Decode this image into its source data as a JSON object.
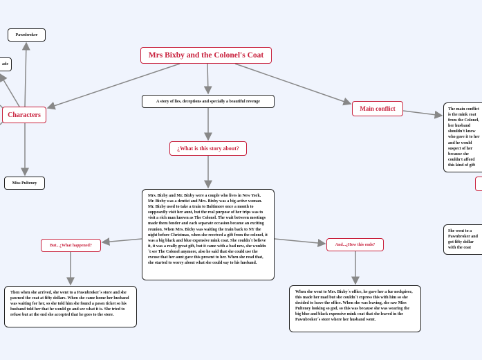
{
  "root": "Mrs Bixby and the Colonel's Coat",
  "characters": {
    "label": "Characters",
    "children": [
      "Pawnbroker",
      "ade",
      "Miss Pulteney"
    ]
  },
  "subtitle": "A story of lies, deceptions and specially a beautiful revenge",
  "about": {
    "label": "¿What is this story about?",
    "text": "Mrs. Bixby and Mr. Bixby were a couple who lives in New York. Mr. Bixby was a dentist and Mrs. Bixby was a big active woman. Mr. Bixby used to take a train to Baltimore once a month to supposedly visit her aunt, but the real purpose of her trips was to visit a rich man known as The Colonel. The wait between meetings made them fonder and each separate occasion became an exciting reunion. When Mrs. Bixby was waiting the train back to NY the night before Christmas, when she received a gift from the colonel, it was a big black and blue expensive mink coat. She couldn´t believe it, it was a really great gift, but it came with a bad new, she wouldn´t see The Colonel anymore, also he said that she could use the excuse that her aunt gave this present to her. When she read that, she started to worry about what she could say to his husband."
  },
  "happened": {
    "label": "But.. ¿What happened?",
    "text": "Then when she arrived, she went to a Pawnbroker´s store and she pawned the coat at fifty dollars. When she came home her husband was waiting for her, so she told him she found a pawn ticket so his husband told her that he would go and see what it is. She tried to refuse but at the end she accepted that he goes to the store."
  },
  "ends": {
    "label": "And...¿How this ends?",
    "text": "When she went to Mrs. Bixby´s office, he gave her a fur neckpiece, this made her mad but she couldn´t express this with him so she decided to leave the office. When she was leaving, she saw Miss Pulteney looking so god, so this was because she was wearing the big blue and black expensive mink coat that she leaved in the Pawnbroker´s store where her husband went."
  },
  "conflict": {
    "label": "Main conflict",
    "text": "The main conflict is the mink coat from the Colonel, her husband shouldn't know who gave it to her and he would suspect of her because she couldn't afford this kind of gift"
  },
  "partial_right": "She went to a Pawnbroker and got fifty dollar with the coat",
  "colors": {
    "accent": "#c8203c",
    "background": "#f0f4fd",
    "edge": "#888888"
  }
}
